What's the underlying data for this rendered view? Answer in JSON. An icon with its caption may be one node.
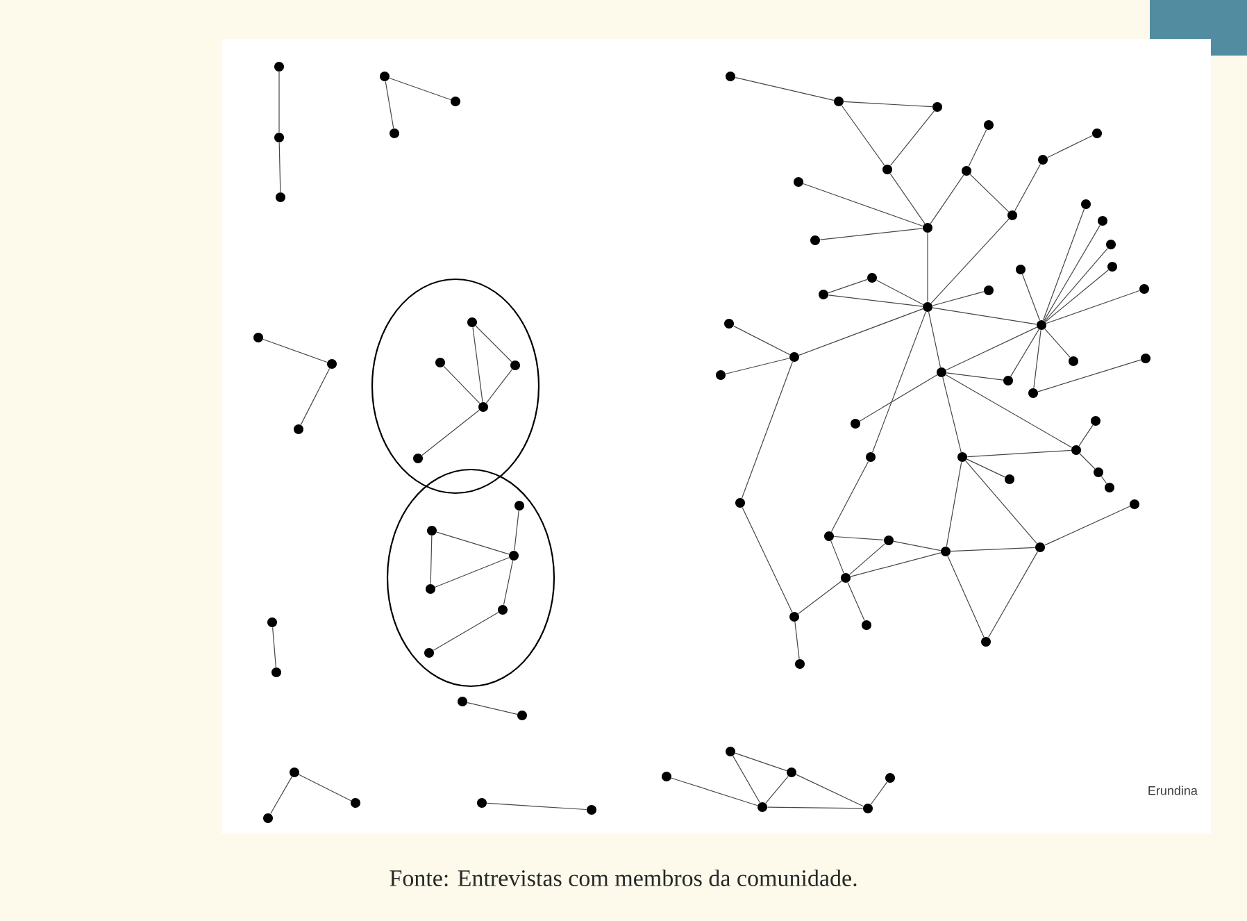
{
  "diagram": {
    "caption": "Fonte: Entrevistas com membros da comunidade.",
    "nodes": [
      {
        "text": [],
        "shape": "circle"
      },
      {
        "text": [],
        "shape": "circle"
      },
      {
        "text": [],
        "shape": "circle"
      },
      {
        "text": [],
        "shape": "circle"
      },
      {
        "text": [],
        "shape": "circle"
      },
      {
        "text": [],
        "shape": "circle"
      },
      {
        "text": [],
        "shape": "circle"
      },
      {
        "text": [],
        "shape": "circle"
      },
      {
        "text": [],
        "shape": "circle"
      },
      {
        "text": [],
        "shape": "ellipse"
      },
      {
        "text": [],
        "shape": "circle",
        "in": 9
      },
      {
        "text": [],
        "shape": "circle",
        "in": 9
      },
      {
        "text": [],
        "shape": "circle",
        "in": 9
      },
      {
        "text": [],
        "shape": "circle",
        "in": 9
      },
      {
        "text": [],
        "shape": "circle",
        "in": 9
      },
      {
        "text": [],
        "shape": "ellipse"
      },
      {
        "text": [],
        "shape": "circle",
        "in": 15
      },
      {
        "text": [],
        "shape": "circle",
        "in": 15
      },
      {
        "text": [],
        "shape": "circle",
        "in": 15
      },
      {
        "text": [],
        "shape": "circle",
        "in": 15
      },
      {
        "text": [],
        "shape": "circle",
        "in": 15
      },
      {
        "text": [],
        "shape": "circle",
        "in": 15
      },
      {
        "text": [],
        "shape": "circle"
      },
      {
        "text": [],
        "shape": "circle"
      },
      {
        "text": [],
        "shape": "circle"
      },
      {
        "text": [],
        "shape": "circle"
      },
      {
        "text": [],
        "shape": "circle"
      },
      {
        "text": [],
        "shape": "circle"
      },
      {
        "text": [],
        "shape": "circle"
      },
      {
        "text": [],
        "shape": "circle"
      },
      {
        "text": [],
        "shape": "circle"
      },
      {
        "text": [],
        "shape": "circle"
      },
      {
        "text": [],
        "shape": "circle"
      },
      {
        "text": [],
        "shape": "circle"
      },
      {
        "text": [],
        "shape": "circle"
      },
      {
        "text": [],
        "shape": "circle"
      },
      {
        "text": [],
        "shape": "circle"
      },
      {
        "text": [],
        "shape": "circle"
      },
      {
        "text": [],
        "shape": "circle"
      },
      {
        "text": [],
        "shape": "circle"
      },
      {
        "text": [],
        "shape": "circle"
      },
      {
        "text": [],
        "shape": "circle"
      },
      {
        "text": [],
        "shape": "circle"
      },
      {
        "text": [],
        "shape": "circle"
      },
      {
        "text": [],
        "shape": "circle"
      },
      {
        "text": [],
        "shape": "circle"
      },
      {
        "text": [],
        "shape": "circle"
      },
      {
        "text": [],
        "shape": "circle"
      },
      {
        "text": [],
        "shape": "circle"
      },
      {
        "text": [],
        "shape": "circle"
      },
      {
        "text": [],
        "shape": "circle"
      },
      {
        "text": [],
        "shape": "circle"
      },
      {
        "text": [],
        "shape": "circle"
      },
      {
        "text": [],
        "shape": "circle"
      },
      {
        "text": [],
        "shape": "circle"
      },
      {
        "text": [],
        "shape": "circle"
      },
      {
        "text": [],
        "shape": "circle"
      },
      {
        "text": [],
        "shape": "circle"
      },
      {
        "text": [],
        "shape": "circle"
      },
      {
        "text": [],
        "shape": "circle"
      },
      {
        "text": [],
        "shape": "circle"
      },
      {
        "text": [],
        "shape": "circle"
      },
      {
        "text": [],
        "shape": "circle"
      },
      {
        "text": [],
        "shape": "circle"
      },
      {
        "text": [],
        "shape": "circle"
      },
      {
        "text": [],
        "shape": "circle"
      },
      {
        "text": [],
        "shape": "circle"
      },
      {
        "text": [],
        "shape": "circle"
      },
      {
        "text": [],
        "shape": "circle"
      },
      {
        "text": [],
        "shape": "circle"
      },
      {
        "text": [],
        "shape": "circle"
      },
      {
        "text": [],
        "shape": "circle"
      },
      {
        "text": [],
        "shape": "circle"
      },
      {
        "text": [],
        "shape": "circle"
      },
      {
        "text": [],
        "shape": "circle"
      },
      {
        "text": [],
        "shape": "circle"
      },
      {
        "text": [],
        "shape": "circle"
      },
      {
        "text": [],
        "shape": "circle"
      },
      {
        "text": [],
        "shape": "circle"
      },
      {
        "text": [],
        "shape": "circle"
      },
      {
        "text": [],
        "shape": "circle"
      },
      {
        "text": [],
        "shape": "circle"
      },
      {
        "text": [],
        "shape": "circle"
      },
      {
        "text": [],
        "shape": "circle"
      },
      {
        "text": [],
        "shape": "circle"
      },
      {
        "text": [],
        "shape": "circle"
      },
      {
        "text": [],
        "shape": "circle"
      }
    ],
    "edges": [
      {
        "from": 0,
        "to": 1,
        "arrow": "none"
      },
      {
        "from": 1,
        "to": 2,
        "arrow": "none"
      },
      {
        "from": 3,
        "to": 4,
        "arrow": "none"
      },
      {
        "from": 3,
        "to": 5,
        "arrow": "none"
      },
      {
        "from": 6,
        "to": 7,
        "arrow": "none"
      },
      {
        "from": 7,
        "to": 8,
        "arrow": "none"
      },
      {
        "from": 10,
        "to": 13,
        "arrow": "none"
      },
      {
        "from": 10,
        "to": 12,
        "arrow": "none"
      },
      {
        "from": 12,
        "to": 13,
        "arrow": "none"
      },
      {
        "from": 11,
        "to": 13,
        "arrow": "none"
      },
      {
        "from": 13,
        "to": 14,
        "arrow": "none"
      },
      {
        "from": 17,
        "to": 19,
        "arrow": "none"
      },
      {
        "from": 17,
        "to": 18,
        "arrow": "none"
      },
      {
        "from": 19,
        "to": 18,
        "arrow": "none"
      },
      {
        "from": 16,
        "to": 18,
        "arrow": "none"
      },
      {
        "from": 18,
        "to": 20,
        "arrow": "none"
      },
      {
        "from": 20,
        "to": 21,
        "arrow": "none"
      },
      {
        "from": 22,
        "to": 23,
        "arrow": "none"
      },
      {
        "from": 24,
        "to": 25,
        "arrow": "none"
      },
      {
        "from": 26,
        "to": 27,
        "arrow": "none"
      },
      {
        "from": 26,
        "to": 28,
        "arrow": "none"
      },
      {
        "from": 29,
        "to": 30,
        "arrow": "none"
      },
      {
        "from": 31,
        "to": 34,
        "arrow": "none"
      },
      {
        "from": 32,
        "to": 34,
        "arrow": "none"
      },
      {
        "from": 32,
        "to": 33,
        "arrow": "none"
      },
      {
        "from": 33,
        "to": 34,
        "arrow": "none"
      },
      {
        "from": 34,
        "to": 35,
        "arrow": "none"
      },
      {
        "from": 33,
        "to": 35,
        "arrow": "none"
      },
      {
        "from": 35,
        "to": 36,
        "arrow": "none"
      },
      {
        "from": 37,
        "to": 38,
        "arrow": "none"
      },
      {
        "from": 38,
        "to": 39,
        "arrow": "none"
      },
      {
        "from": 38,
        "to": 40,
        "arrow": "none"
      },
      {
        "from": 39,
        "to": 40,
        "arrow": "none"
      },
      {
        "from": 40,
        "to": 47,
        "arrow": "none"
      },
      {
        "from": 45,
        "to": 47,
        "arrow": "none"
      },
      {
        "from": 48,
        "to": 47,
        "arrow": "none"
      },
      {
        "from": 43,
        "to": 47,
        "arrow": "none"
      },
      {
        "from": 41,
        "to": 43,
        "arrow": "none"
      },
      {
        "from": 43,
        "to": 46,
        "arrow": "none"
      },
      {
        "from": 44,
        "to": 42,
        "arrow": "none"
      },
      {
        "from": 44,
        "to": 46,
        "arrow": "none"
      },
      {
        "from": 46,
        "to": 58,
        "arrow": "none"
      },
      {
        "from": 47,
        "to": 58,
        "arrow": "none"
      },
      {
        "from": 55,
        "to": 54,
        "arrow": "none"
      },
      {
        "from": 54,
        "to": 58,
        "arrow": "none"
      },
      {
        "from": 55,
        "to": 58,
        "arrow": "none"
      },
      {
        "from": 58,
        "to": 61,
        "arrow": "none"
      },
      {
        "from": 59,
        "to": 61,
        "arrow": "none"
      },
      {
        "from": 64,
        "to": 61,
        "arrow": "none"
      },
      {
        "from": 61,
        "to": 76,
        "arrow": "none"
      },
      {
        "from": 58,
        "to": 71,
        "arrow": "none"
      },
      {
        "from": 58,
        "to": 65,
        "arrow": "none"
      },
      {
        "from": 65,
        "to": 69,
        "arrow": "none"
      },
      {
        "from": 65,
        "to": 72,
        "arrow": "none"
      },
      {
        "from": 58,
        "to": 60,
        "arrow": "none"
      },
      {
        "from": 58,
        "to": 56,
        "arrow": "none"
      },
      {
        "from": 60,
        "to": 49,
        "arrow": "none"
      },
      {
        "from": 60,
        "to": 50,
        "arrow": "none"
      },
      {
        "from": 60,
        "to": 51,
        "arrow": "none"
      },
      {
        "from": 60,
        "to": 52,
        "arrow": "none"
      },
      {
        "from": 60,
        "to": 57,
        "arrow": "none"
      },
      {
        "from": 60,
        "to": 53,
        "arrow": "none"
      },
      {
        "from": 60,
        "to": 62,
        "arrow": "none"
      },
      {
        "from": 60,
        "to": 67,
        "arrow": "none"
      },
      {
        "from": 60,
        "to": 66,
        "arrow": "none"
      },
      {
        "from": 65,
        "to": 60,
        "arrow": "none"
      },
      {
        "from": 67,
        "to": 63,
        "arrow": "none"
      },
      {
        "from": 65,
        "to": 66,
        "arrow": "none"
      },
      {
        "from": 65,
        "to": 70,
        "arrow": "none"
      },
      {
        "from": 70,
        "to": 68,
        "arrow": "none"
      },
      {
        "from": 71,
        "to": 78,
        "arrow": "none"
      },
      {
        "from": 78,
        "to": 79,
        "arrow": "none"
      },
      {
        "from": 79,
        "to": 81,
        "arrow": "none"
      },
      {
        "from": 78,
        "to": 82,
        "arrow": "none"
      },
      {
        "from": 82,
        "to": 79,
        "arrow": "none"
      },
      {
        "from": 82,
        "to": 81,
        "arrow": "none"
      },
      {
        "from": 82,
        "to": 84,
        "arrow": "none"
      },
      {
        "from": 82,
        "to": 83,
        "arrow": "none"
      },
      {
        "from": 83,
        "to": 76,
        "arrow": "none"
      },
      {
        "from": 83,
        "to": 86,
        "arrow": "none"
      },
      {
        "from": 72,
        "to": 81,
        "arrow": "none"
      },
      {
        "from": 72,
        "to": 74,
        "arrow": "none"
      },
      {
        "from": 72,
        "to": 70,
        "arrow": "none"
      },
      {
        "from": 72,
        "to": 80,
        "arrow": "none"
      },
      {
        "from": 81,
        "to": 80,
        "arrow": "none"
      },
      {
        "from": 81,
        "to": 85,
        "arrow": "none"
      },
      {
        "from": 80,
        "to": 85,
        "arrow": "none"
      },
      {
        "from": 80,
        "to": 77,
        "arrow": "none"
      },
      {
        "from": 70,
        "to": 73,
        "arrow": "none"
      },
      {
        "from": 73,
        "to": 75,
        "arrow": "none"
      }
    ],
    "labels": [
      "Erundina"
    ]
  }
}
